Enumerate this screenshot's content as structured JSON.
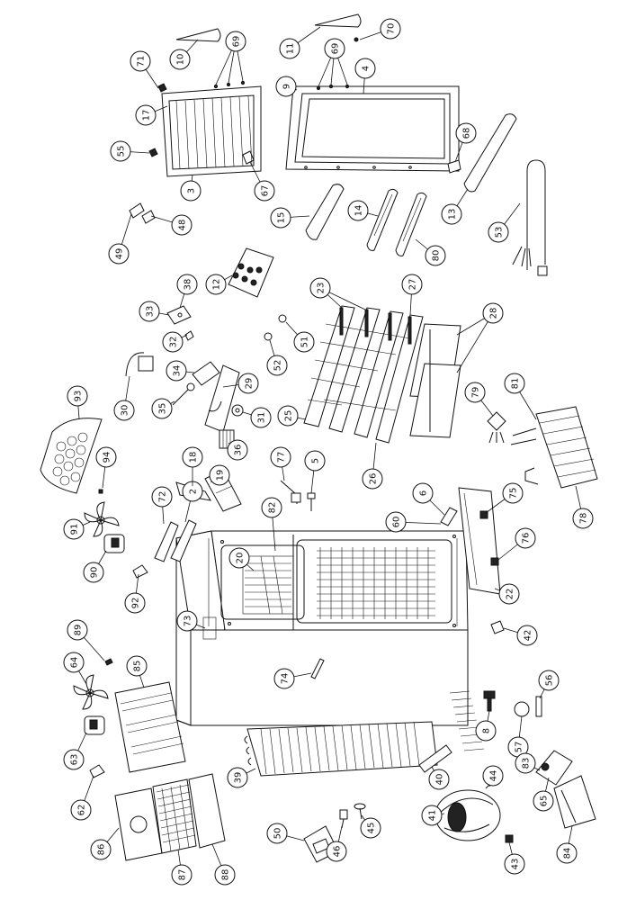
{
  "callouts": [
    {
      "id": "c93",
      "label": "93"
    },
    {
      "id": "c94",
      "label": "94"
    },
    {
      "id": "c91",
      "label": "91"
    },
    {
      "id": "c90",
      "label": "90"
    },
    {
      "id": "c92",
      "label": "92"
    },
    {
      "id": "c89",
      "label": "89"
    },
    {
      "id": "c64",
      "label": "64"
    },
    {
      "id": "c63",
      "label": "63"
    },
    {
      "id": "c62",
      "label": "62"
    },
    {
      "id": "c85",
      "label": "85"
    },
    {
      "id": "c86",
      "label": "86"
    },
    {
      "id": "c87",
      "label": "87"
    },
    {
      "id": "c88",
      "label": "88"
    },
    {
      "id": "c72",
      "label": "72"
    },
    {
      "id": "c2",
      "label": "2"
    },
    {
      "id": "c18",
      "label": "18"
    },
    {
      "id": "c19",
      "label": "19"
    },
    {
      "id": "c36",
      "label": "36"
    },
    {
      "id": "c31",
      "label": "31"
    },
    {
      "id": "c30",
      "label": "30"
    },
    {
      "id": "c35",
      "label": "35"
    },
    {
      "id": "c34",
      "label": "34"
    },
    {
      "id": "c29",
      "label": "29"
    },
    {
      "id": "c32",
      "label": "32"
    },
    {
      "id": "c33",
      "label": "33"
    },
    {
      "id": "c38",
      "label": "38"
    },
    {
      "id": "c49",
      "label": "49"
    },
    {
      "id": "c48",
      "label": "48"
    },
    {
      "id": "c55",
      "label": "55"
    },
    {
      "id": "c71",
      "label": "71"
    },
    {
      "id": "c17",
      "label": "17"
    },
    {
      "id": "c10",
      "label": "10"
    },
    {
      "id": "c69a",
      "label": "69"
    },
    {
      "id": "c3",
      "label": "3"
    },
    {
      "id": "c67",
      "label": "67"
    },
    {
      "id": "c11",
      "label": "11"
    },
    {
      "id": "c70",
      "label": "70"
    },
    {
      "id": "c69b",
      "label": "69"
    },
    {
      "id": "c9",
      "label": "9"
    },
    {
      "id": "c4",
      "label": "4"
    },
    {
      "id": "c68",
      "label": "68"
    },
    {
      "id": "c13",
      "label": "13"
    },
    {
      "id": "c53",
      "label": "53"
    },
    {
      "id": "c15",
      "label": "15"
    },
    {
      "id": "c14",
      "label": "14"
    },
    {
      "id": "c80",
      "label": "80"
    },
    {
      "id": "c12",
      "label": "12"
    },
    {
      "id": "c23",
      "label": "23"
    },
    {
      "id": "c27",
      "label": "27"
    },
    {
      "id": "c28",
      "label": "28"
    },
    {
      "id": "c51",
      "label": "51"
    },
    {
      "id": "c52",
      "label": "52"
    },
    {
      "id": "c25",
      "label": "25"
    },
    {
      "id": "c26",
      "label": "26"
    },
    {
      "id": "c79",
      "label": "79"
    },
    {
      "id": "c81",
      "label": "81"
    },
    {
      "id": "c78",
      "label": "78"
    },
    {
      "id": "c77",
      "label": "77"
    },
    {
      "id": "c5",
      "label": "5"
    },
    {
      "id": "c6",
      "label": "6"
    },
    {
      "id": "c60",
      "label": "60"
    },
    {
      "id": "c75",
      "label": "75"
    },
    {
      "id": "c76",
      "label": "76"
    },
    {
      "id": "c22",
      "label": "22"
    },
    {
      "id": "c42",
      "label": "42"
    },
    {
      "id": "c20",
      "label": "20"
    },
    {
      "id": "c82",
      "label": "82"
    },
    {
      "id": "c73",
      "label": "73"
    },
    {
      "id": "c74",
      "label": "74"
    },
    {
      "id": "c39",
      "label": "39"
    },
    {
      "id": "c40",
      "label": "40"
    },
    {
      "id": "c44",
      "label": "44"
    },
    {
      "id": "c41",
      "label": "41"
    },
    {
      "id": "c43",
      "label": "43"
    },
    {
      "id": "c8",
      "label": "8"
    },
    {
      "id": "c57",
      "label": "57"
    },
    {
      "id": "c56",
      "label": "56"
    },
    {
      "id": "c83",
      "label": "83"
    },
    {
      "id": "c65",
      "label": "65"
    },
    {
      "id": "c84",
      "label": "84"
    },
    {
      "id": "c50",
      "label": "50"
    },
    {
      "id": "c46",
      "label": "46"
    },
    {
      "id": "c45",
      "label": "45"
    }
  ]
}
